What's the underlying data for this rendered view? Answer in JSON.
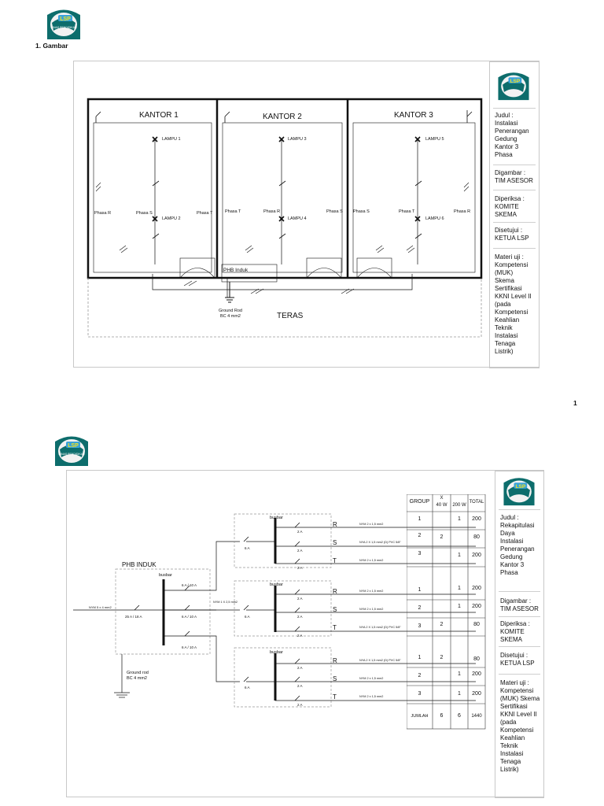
{
  "heading": "1.  Gambar",
  "page_number": "1",
  "logo": {
    "top_text": "LSP",
    "bottom_text": "DINAS PENDIDIKAN"
  },
  "sheet1": {
    "title_block": {
      "judul": "Judul :\nInstalasi\nPenerangan\nGedung\nKantor 3\nPhasa",
      "digambar": "Digambar :\nTIM ASESOR",
      "diperiksa": "Diperiksa :\nKOMITE\nSKEMA",
      "disetujui": "Disetujui :\nKETUA LSP",
      "materi": "Materi uji :\nKompetensi\n(MUK)\nSkema\nSertifikasi\nKKNI Level II\n(pada\nKompetensi\nKeahlian\nTeknik\nInstalasi\nTenaga\nListrik)"
    },
    "rooms": [
      "KANTOR  1",
      "KANTOR  2",
      "KANTOR  3"
    ],
    "lamps": [
      "LAMPU 1",
      "LAMPU 2",
      "LAMPU 3",
      "LAMPU 4",
      "LAMPU 5",
      "LAMPU 6"
    ],
    "phases": [
      "Phasa R",
      "Phasa S",
      "Phasa T",
      "Phasa T",
      "Phasa R",
      "Phasa S",
      "Phasa S",
      "Phasa T",
      "Phasa R"
    ],
    "phb": "PHB Induk",
    "ground": "Ground Rod\nBC 4 mm2",
    "teras": "TERAS"
  },
  "sheet2": {
    "title_block": {
      "judul": "Judul :\nRekapitulasi\nDaya\nInstalasi\nPenerangan\nGedung\nKantor 3\nPhasa",
      "digambar": "Digambar :\nTIM ASESOR",
      "diperiksa": "Diperiksa :\nKOMITE\nSKEMA",
      "disetujui": "Disetujui :\nKETUA LSP",
      "materi": "Materi uji :\nKompetensi\n(MUK) Skema\nSertifikasi\nKKNI Level II\n(pada\nKompetensi\nKeahlian\nTeknik\nInstalasi\nTenaga\nListrik)"
    },
    "phb_induk": "PHB INDUK",
    "busbar": "busbar",
    "main_breaker": "25 A / 18 A",
    "feeder_breakers": [
      "6 A / 10 A",
      "6 A / 10 A",
      "6 A / 10 A"
    ],
    "feeder_cable": "NYM 1 X 2,5 mm2",
    "incoming_cable": "NYM 5 x 4 mm2",
    "sub_breaker": "6 A",
    "mcb": "2 A",
    "ground": "Ground rod\nBC 4 mm2",
    "phase_letters": [
      "R",
      "S",
      "T"
    ],
    "cables": [
      "NYM 2 x 1,5 mm2",
      "NYA 2 X 1,5 mm2 (D) PVC 5/8\"",
      "NYM 2 x 1,5 mm2",
      "NYM 2 x 1,5 mm2",
      "NYM 2 x 1,5 mm2",
      "NYA 2 X 1,5 mm2 (D) PVC 5/8\"",
      "NYA 2 X 1,5 mm2 (D) PVC 5/8\"",
      "NYM 2 x 1,5 mm2",
      "NYM 2 x 1,5 mm2"
    ],
    "table": {
      "headers": [
        "GROUP",
        "40 W",
        "200 W",
        "TOTAL"
      ],
      "header_x": "X",
      "rows": [
        [
          "1",
          "",
          "1",
          "200"
        ],
        [
          "2",
          "2",
          "",
          "80"
        ],
        [
          "3",
          "",
          "1",
          "200"
        ],
        [
          "1",
          "",
          "1",
          "200"
        ],
        [
          "2",
          "",
          "1",
          "200"
        ],
        [
          "3",
          "2",
          "",
          "80"
        ],
        [
          "1",
          "2",
          "",
          "80"
        ],
        [
          "2",
          "",
          "1",
          "200"
        ],
        [
          "3",
          "",
          "1",
          "200"
        ]
      ],
      "total_row": [
        "JUMLAH",
        "6",
        "6",
        "1440"
      ]
    }
  }
}
